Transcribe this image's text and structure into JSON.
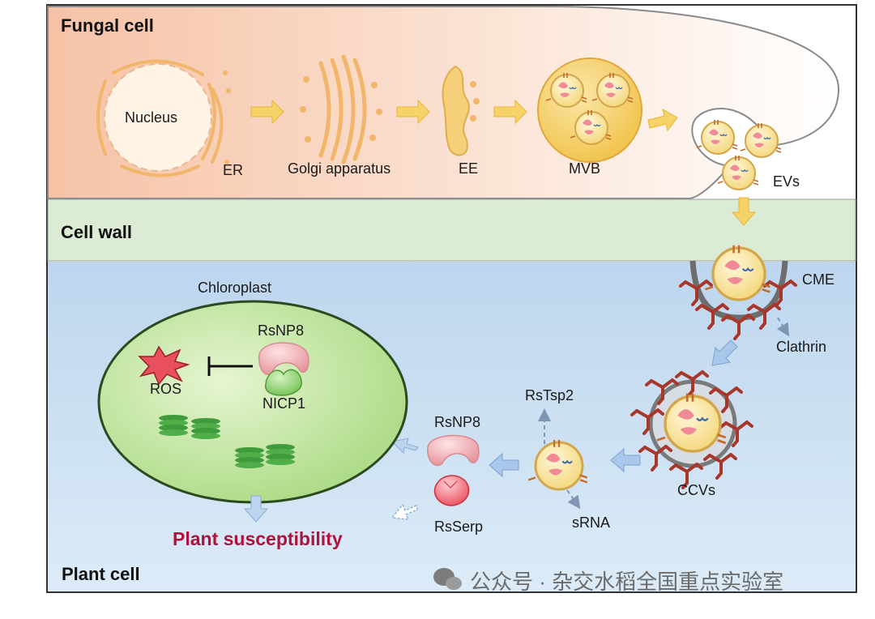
{
  "regions": {
    "fungal": "Fungal cell",
    "wall": "Cell wall",
    "plant": "Plant cell"
  },
  "labels": {
    "nucleus": "Nucleus",
    "er": "ER",
    "golgi": "Golgi apparatus",
    "ee": "EE",
    "mvb": "MVB",
    "evs": "EVs",
    "cme": "CME",
    "clathrin": "Clathrin",
    "ccvs": "CCVs",
    "rstsp2": "RsTsp2",
    "srna": "sRNA",
    "rsnp8_free": "RsNP8",
    "rsserp": "RsSerp",
    "chloroplast": "Chloroplast",
    "rsnp8_chloro": "RsNP8",
    "nicp1": "NICP1",
    "ros": "ROS",
    "susceptibility": "Plant susceptibility"
  },
  "watermark": {
    "text": "公众号 · 杂交水稻全国重点实验室"
  },
  "colors": {
    "fungal_bg": "#f7cdb4",
    "wall_bg": "#dcebd3",
    "plant_bg": "#c6dcef",
    "vesicle": "#f7df8a",
    "clathrin": "#9a2f22",
    "rsnp8": "#f1a7ad",
    "nicp1": "#8fcf6d",
    "chloroplast": "#bfe39c",
    "flow_arrow": "#f3c64a",
    "plant_arrow": "#8db6e2",
    "susceptibility": "#b0123a"
  }
}
